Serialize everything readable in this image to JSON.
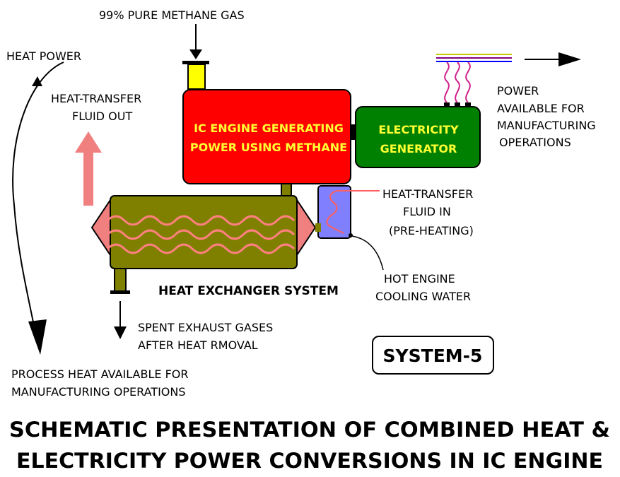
{
  "labels": {
    "methane_input": "99% PURE METHANE GAS",
    "heat_power": "HEAT POWER",
    "htf_out_line1": "HEAT-TRANSFER",
    "htf_out_line2": "FLUID OUT",
    "engine_line1": "IC ENGINE GENERATING",
    "engine_line2": "POWER USING METHANE",
    "generator_line1": "ELECTRICITY",
    "generator_line2": "GENERATOR",
    "power_line1": "POWER",
    "power_line2": "AVAILABLE FOR",
    "power_line3": "MANUFACTURING",
    "power_line4": "OPERATIONS",
    "htf_in_line1": "HEAT-TRANSFER",
    "htf_in_line2": "FLUID IN",
    "htf_in_line3": "(PRE-HEATING)",
    "heat_exchanger": "HEAT EXCHANGER SYSTEM",
    "cooling_line1": "HOT ENGINE",
    "cooling_line2": "COOLING WATER",
    "exhaust_line1": "SPENT EXHAUST GASES",
    "exhaust_line2": "AFTER HEAT RMOVAL",
    "process_line1": "PROCESS HEAT AVAILABLE FOR",
    "process_line2": "MANUFACTURING OPERATIONS",
    "system_name": "SYSTEM-5",
    "title_line1": "SCHEMATIC PRESENTATION OF COMBINED HEAT &",
    "title_line2": "ELECTRICITY POWER CONVERSIONS IN IC ENGINE"
  },
  "colors": {
    "engine_fill": "#ff0000",
    "engine_text": "#ffff33",
    "generator_fill": "#008000",
    "generator_text": "#ffff33",
    "heat_exchanger_fill": "#808000",
    "heat_exchanger_ends": "#f08080",
    "coil": "#ff8080",
    "cooling_box": "#8080ff",
    "inlet_nozzle": "#ffff00",
    "wire_yellow": "#ffff00",
    "wire_blue": "#0000ff",
    "wire_purple": "#800080"
  }
}
